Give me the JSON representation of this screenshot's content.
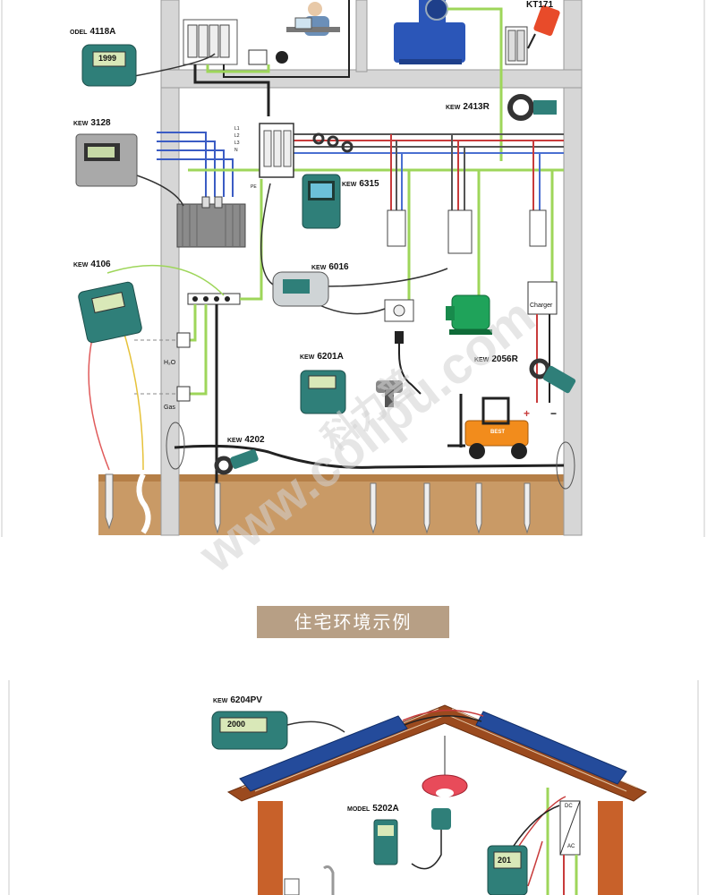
{
  "industrial": {
    "devices": [
      {
        "id": "4118a",
        "prefix": "ODEL",
        "model": "4118A"
      },
      {
        "id": "3128",
        "prefix": "KEW",
        "model": "3128"
      },
      {
        "id": "4106",
        "prefix": "KEW",
        "model": "4106"
      },
      {
        "id": "6315",
        "prefix": "KEW",
        "model": "6315"
      },
      {
        "id": "6016",
        "prefix": "KEW",
        "model": "6016"
      },
      {
        "id": "6201a",
        "prefix": "KEW",
        "model": "6201A"
      },
      {
        "id": "4202",
        "prefix": "KEW",
        "model": "4202"
      },
      {
        "id": "2413r",
        "prefix": "KEW",
        "model": "2413R"
      },
      {
        "id": "2056r",
        "prefix": "KEW",
        "model": "2056R"
      },
      {
        "id": "kt171",
        "prefix": "",
        "model": "KT171"
      }
    ],
    "small_labels": {
      "l1": "L1",
      "l2": "L2",
      "l3": "L3",
      "n": "N",
      "pe": "PE",
      "water": "H₂O",
      "gas": "Gas",
      "charger": "Charger",
      "meter_reading": "1999",
      "forklift": "BEST",
      "plus": "+",
      "minus": "−"
    }
  },
  "section_title": "住宅环境示例",
  "residential": {
    "devices": [
      {
        "id": "6204pv",
        "prefix": "KEW",
        "model": "6204PV"
      },
      {
        "id": "5202a",
        "prefix": "MODEL",
        "model": "5202A"
      }
    ],
    "small_labels": {
      "dc": "DC",
      "ac": "AC",
      "meter_reading": "2000",
      "meter2_reading": "201"
    }
  },
  "watermark": {
    "text": "www.colipu.com",
    "text2": "科力普"
  },
  "colors": {
    "wall": "#d6d6d6",
    "wall_dark": "#9a9a9a",
    "ground": "#b57f47",
    "ground_fill": "#c99a66",
    "wire_green": "#9ed65a",
    "wire_blue": "#4a6fd1",
    "wire_red": "#c83b3b",
    "wire_gray": "#555555",
    "instrument_teal": "#2f7f79",
    "motor_green": "#1fa35a",
    "forklift_orange": "#f28c1c",
    "roof_brown": "#9b4a1e",
    "house_wall": "#c8612a",
    "panel_blue": "#244b9b",
    "title_bg": "#b79f85"
  }
}
